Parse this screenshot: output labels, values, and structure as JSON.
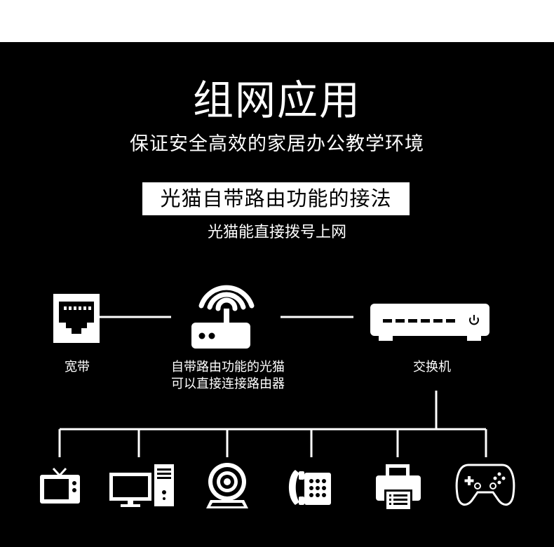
{
  "title": "组网应用",
  "subtitle": "保证安全高效的家居办公教学环境",
  "method_label": "光猫自带路由功能的接法",
  "method_desc": "光猫能直接拨号上网",
  "nodes": {
    "broadband": {
      "label": "宽带",
      "icon": "ethernet-port-icon"
    },
    "modem": {
      "label_line1": "自带路由功能的光猫",
      "label_line2": "可以直接连接路由器",
      "icon": "wifi-router-icon"
    },
    "switch": {
      "label": "交换机",
      "icon": "network-switch-icon"
    }
  },
  "end_devices": [
    {
      "icon": "tv-icon"
    },
    {
      "icon": "desktop-computer-icon"
    },
    {
      "icon": "webcam-icon"
    },
    {
      "icon": "telephone-icon"
    },
    {
      "icon": "fax-printer-icon"
    },
    {
      "icon": "gamepad-icon"
    }
  ],
  "colors": {
    "background": "#000000",
    "foreground": "#ffffff",
    "page": "#ffffff"
  }
}
